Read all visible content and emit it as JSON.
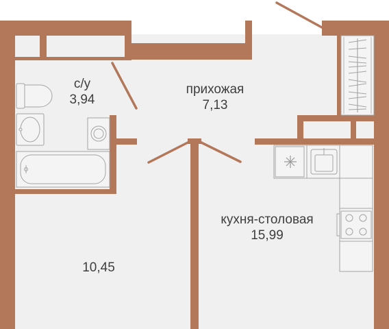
{
  "rooms": {
    "bathroom": {
      "name": "с/у",
      "area": "3,94"
    },
    "hallway": {
      "name": "прихожая",
      "area": "7,13"
    },
    "kitchen": {
      "name": "кухня-столовая",
      "area": "15,99"
    },
    "room": {
      "area": "10,45"
    }
  },
  "colors": {
    "wall": "#b3775a",
    "floor": "#f0f0f0",
    "fixture": "#f4f4f4",
    "line": "#a3a3a3",
    "text": "#3e3e3e"
  }
}
